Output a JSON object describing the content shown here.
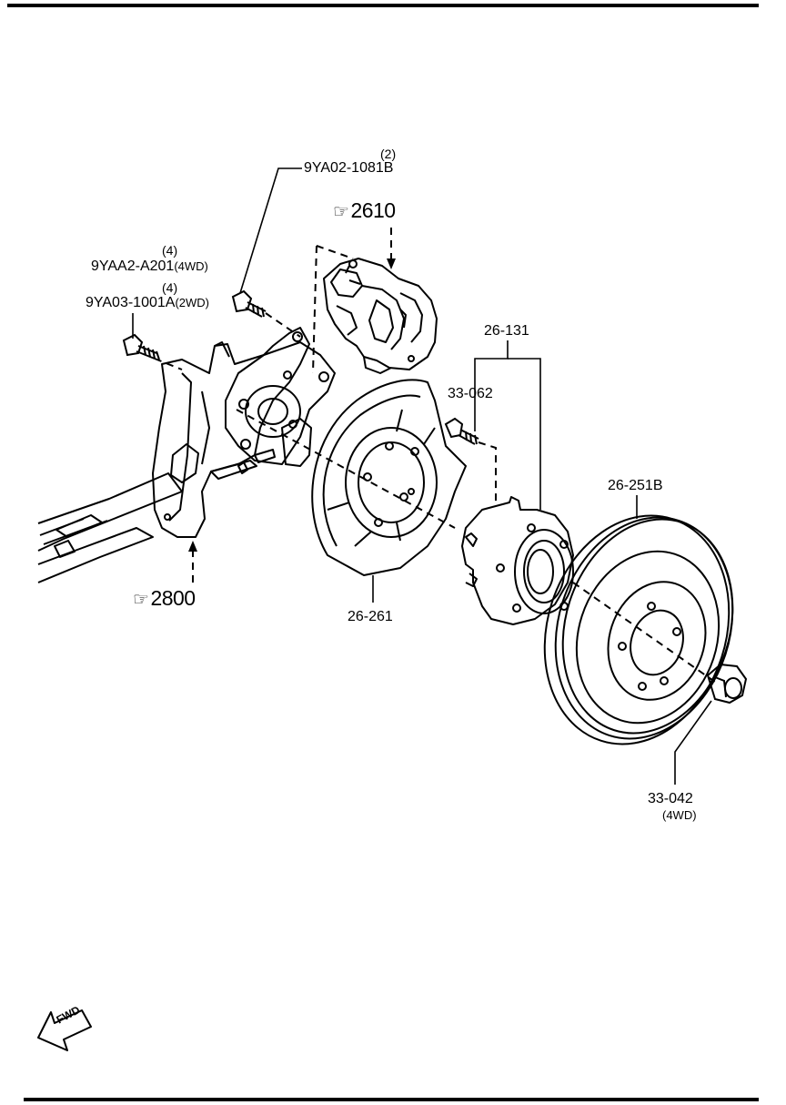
{
  "colors": {
    "ink": "#000000",
    "paper": "#ffffff"
  },
  "refs": {
    "caliper": {
      "icon": "pointing-hand-icon",
      "number": "2610"
    },
    "knuckle": {
      "icon": "pointing-hand-icon",
      "number": "2800"
    }
  },
  "parts": {
    "caliper_bolt": {
      "qty": "(2)",
      "number": "9YA02-1081B"
    },
    "knuckle_bolt_4wd": {
      "qty": "(4)",
      "number": "9YAA2-A201",
      "note": "(4WD)"
    },
    "knuckle_bolt_2wd": {
      "qty": "(4)",
      "number": "9YA03-1001A",
      "note": "(2WD)"
    },
    "hub_assembly": {
      "number": "26-131"
    },
    "hub_bolt": {
      "number": "33-062"
    },
    "brake_disc": {
      "number": "26-251B"
    },
    "dust_shield": {
      "number": "26-261"
    },
    "hub_nut": {
      "number": "33-042",
      "note": "(4WD)"
    }
  },
  "fwd_arrow": {
    "label": "FWD"
  }
}
